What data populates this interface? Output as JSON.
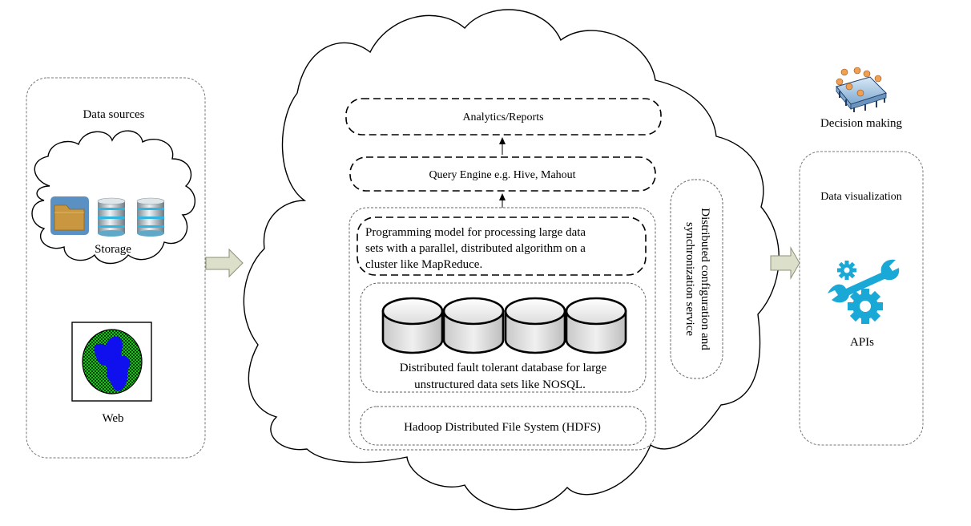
{
  "data_sources": {
    "title": "Data sources",
    "storage_label": "Storage",
    "web_label": "Web",
    "icons": [
      "folder-icon",
      "database-icon",
      "database-icon",
      "globe-icon"
    ]
  },
  "cluster": {
    "analytics": "Analytics/Reports",
    "query_engine": "Query Engine e.g. Hive, Mahout",
    "programming_model": [
      "Programming model for processing large data",
      "sets with a parallel, distributed algorithm on a",
      "cluster like MapReduce."
    ],
    "nosql": [
      "Distributed fault tolerant database for large",
      "unstructured  data sets like NOSQL."
    ],
    "hdfs": "Hadoop Distributed File System (HDFS)",
    "coordination": [
      "Distributed configuration and",
      "synchronization service"
    ]
  },
  "output": {
    "decision_making": "Decision making",
    "data_visualization": "Data visualization",
    "apis": "APIs"
  },
  "colors": {
    "arrow_fill": "#dcdfca",
    "arrow_stroke": "#8e9178",
    "api_icon": "#1aa9d6",
    "globe_land": "#1010ee",
    "globe_sea": "#16c716",
    "folder": "#c9973f",
    "folder_bg": "#5b91c2",
    "db_band": "#33b3e0"
  }
}
